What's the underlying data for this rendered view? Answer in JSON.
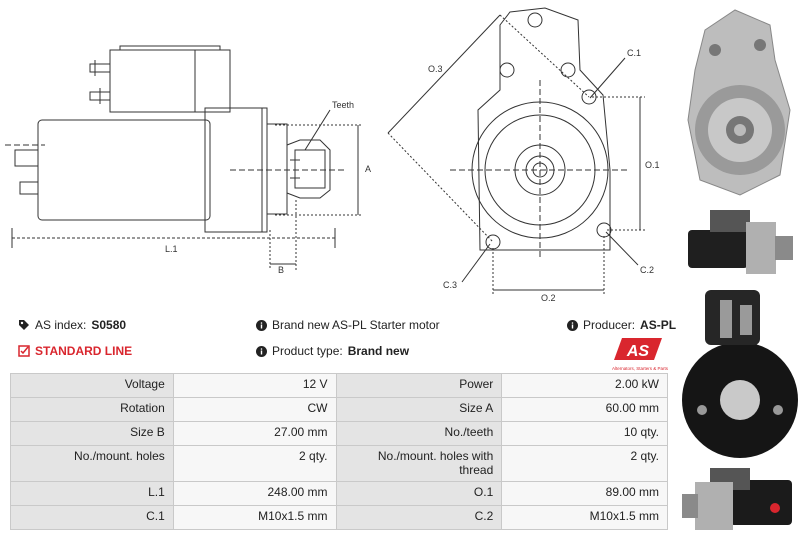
{
  "drawing": {
    "teeth_label": "Teeth",
    "dim_a": "A",
    "dim_b": "B",
    "dim_l1": "L.1",
    "dim_o1": "O.1",
    "dim_o2": "O.2",
    "dim_o3": "O.3",
    "dim_c1": "C.1",
    "dim_c2": "C.2",
    "dim_c3": "C.3"
  },
  "info": {
    "as_index_label": "AS index:",
    "as_index_value": "S0580",
    "standard_line": "STANDARD LINE",
    "brand_label": "Brand new AS-PL Starter motor",
    "product_type_label": "Product type:",
    "product_type_value": "Brand new",
    "producer_label": "Producer:",
    "producer_value": "AS-PL",
    "logo_text": "AS",
    "logo_tagline": "Alternators, Starters & Parts"
  },
  "specs": [
    {
      "label1": "Voltage",
      "value1": "12 V",
      "label2": "Power",
      "value2": "2.00 kW"
    },
    {
      "label1": "Rotation",
      "value1": "CW",
      "label2": "Size A",
      "value2": "60.00 mm"
    },
    {
      "label1": "Size B",
      "value1": "27.00 mm",
      "label2": "No./teeth",
      "value2": "10 qty."
    },
    {
      "label1": "No./mount. holes",
      "value1": "2 qty.",
      "label2": "No./mount. holes with thread",
      "value2": "2 qty."
    },
    {
      "label1": "L.1",
      "value1": "248.00 mm",
      "label2": "O.1",
      "value2": "89.00 mm"
    },
    {
      "label1": "C.1",
      "value1": "M10x1.5 mm",
      "label2": "C.2",
      "value2": "M10x1.5 mm"
    }
  ],
  "colors": {
    "accent_red": "#d9262e",
    "label_bg": "#e4e4e4",
    "value_bg": "#f7f7f7"
  }
}
